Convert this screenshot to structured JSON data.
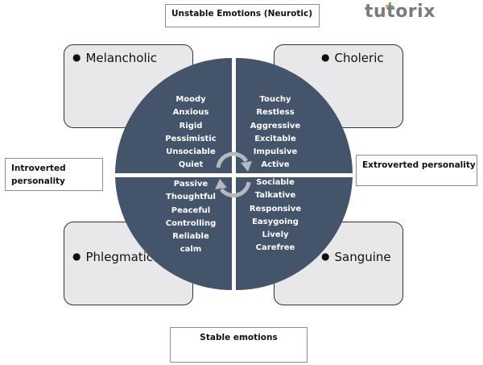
{
  "logo": {
    "text": "tutorix"
  },
  "axes": {
    "top": "Unstable Emotions (Neurotic)",
    "bottom": "Stable emotions",
    "left": "Introverted personality",
    "right": "Extroverted personality"
  },
  "temperaments": {
    "top_left": "Melancholic",
    "top_right": "Choleric",
    "bottom_left": "Phlegmatic",
    "bottom_right": "Sanguine"
  },
  "traits": {
    "top_left": [
      "Moody",
      "Anxious",
      "Rigid",
      "Pessimistic",
      "Unsociable",
      "Quiet"
    ],
    "top_right": [
      "Touchy",
      "Restless",
      "Aggressive",
      "Excitable",
      "Impulsive",
      "Active"
    ],
    "bottom_left": [
      "Passive",
      "Thoughtful",
      "Peaceful",
      "Controlling",
      "Reliable",
      "calm"
    ],
    "bottom_right": [
      "Sociable",
      "Talkative",
      "Responsive",
      "Easygoing",
      "Lively",
      "Carefree"
    ]
  },
  "colors": {
    "wheel": "#44546a",
    "box_fill": "#e8e7e9",
    "arrow": "#b4b9c0"
  }
}
